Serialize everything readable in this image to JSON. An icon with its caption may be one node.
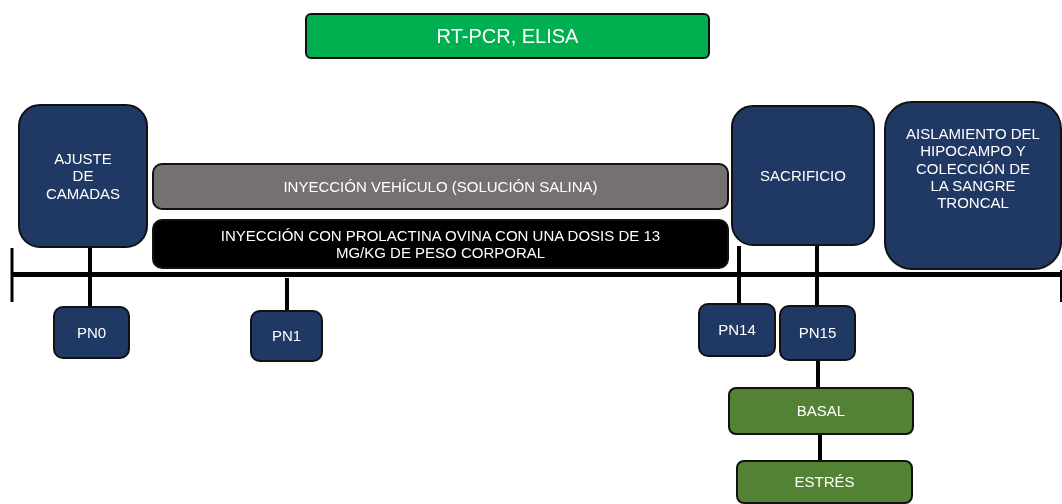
{
  "diagram": {
    "nodes": [
      {
        "text": [
          "RT-PCR, ELISA"
        ]
      },
      {
        "text": [
          "AJUSTE DE CAMADAS"
        ]
      },
      {
        "text": [
          "INYECCIÓN VEHÍCULO (SOLUCIÓN SALINA)"
        ]
      },
      {
        "text": [
          "INYECCIÓN CON PROLACTINA OVINA CON UNA DOSIS DE 13 MG/KG DE PESO CORPORAL"
        ]
      },
      {
        "text": [
          "SACRIFICIO"
        ]
      },
      {
        "text": [
          "AISLAMIENTO DEL HIPOCAMPO Y COLECCIÓN DE LA SANGRE TRONCAL"
        ]
      },
      {
        "text": [
          "PN0"
        ]
      },
      {
        "text": [
          "PN1"
        ]
      },
      {
        "text": [
          "PN14"
        ]
      },
      {
        "text": [
          "PN15"
        ]
      },
      {
        "text": [
          "BASAL"
        ]
      },
      {
        "text": [
          "ESTRÉS"
        ]
      },
      {
        "text": [],
        "shape": "bar"
      }
    ],
    "edges": [
      {
        "from": 1,
        "to": 6,
        "arrow": "none"
      },
      {
        "from": 12,
        "to": 7,
        "arrow": "none"
      },
      {
        "from": 4,
        "to": 8,
        "arrow": "none"
      },
      {
        "from": 4,
        "to": 9,
        "arrow": "none"
      },
      {
        "from": 9,
        "to": 10,
        "arrow": "none"
      },
      {
        "from": 10,
        "to": 11,
        "arrow": "none"
      }
    ]
  }
}
